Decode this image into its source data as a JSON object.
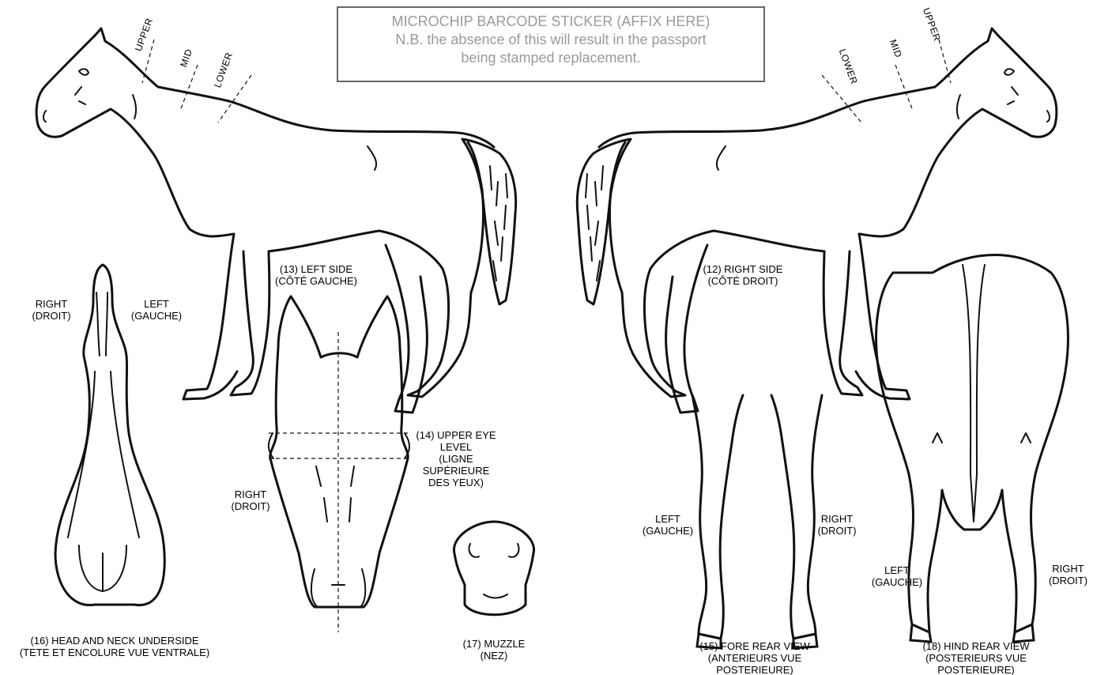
{
  "sticker": {
    "line1": "MICROCHIP BARCODE STICKER (AFFIX HERE)",
    "line2": "N.B. the absence of this will result in the passport",
    "line3": "being stamped replacement."
  },
  "neck_segments": {
    "upper": "UPPER",
    "mid": "MID",
    "lower": "LOWER"
  },
  "labels": {
    "left_side": [
      "(13) LEFT SIDE",
      "(CÔTÉ GAUCHE)"
    ],
    "right_side": [
      "(12) RIGHT SIDE",
      "(CÔTÉ DROIT)"
    ],
    "upper_eye": [
      "(14) UPPER EYE",
      "LEVEL",
      "(LIGNE",
      "SUPÉRIEURE",
      "DES YEUX)"
    ],
    "head_right": [
      "RIGHT",
      "(DROIT)"
    ],
    "underside_right": [
      "RIGHT",
      "(DROIT)"
    ],
    "underside_left": [
      "LEFT",
      "(GAUCHE)"
    ],
    "underside_caption": [
      "(16) HEAD AND NECK UNDERSIDE",
      "(TETE ET ENCOLURE VUE VENTRALE)"
    ],
    "muzzle": [
      "(17) MUZZLE",
      "(NEZ)"
    ],
    "fore_left": [
      "LEFT",
      "(GAUCHE)"
    ],
    "fore_right": [
      "RIGHT",
      "(DROIT)"
    ],
    "fore_caption": [
      "(15) FORE REAR VIEW",
      "(ANTERIEURS VUE",
      "POSTERIEURE)"
    ],
    "hind_left": [
      "LEFT",
      "(GAUCHE)"
    ],
    "hind_right": [
      "RIGHT",
      "(DROIT)"
    ],
    "hind_caption": [
      "(18) HIND REAR VIEW",
      "(POSTERIEURS VUE",
      "POSTERIEURE)"
    ]
  }
}
